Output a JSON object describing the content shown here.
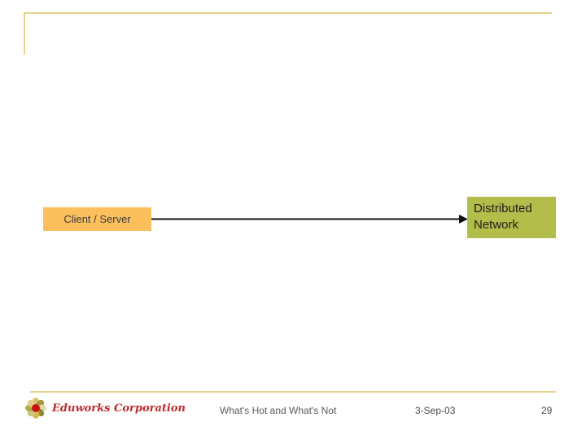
{
  "diagram": {
    "client_server": {
      "label": "Client / Server",
      "bg_color": "#FBBF5E"
    },
    "distributed_network": {
      "label": "Distributed Network",
      "bg_color": "#B3BD4A"
    },
    "connector": {
      "arrow_color": "#111111"
    }
  },
  "footer": {
    "logo_icon": "flower-logo-icon",
    "company": "Eduworks Corporation",
    "company_color": "#BE2B2B",
    "presentation_title": "What's Hot and What's Not",
    "date": "3-Sep-03",
    "page_number": "29"
  },
  "decor": {
    "accent_gold": "#E5D38F"
  }
}
